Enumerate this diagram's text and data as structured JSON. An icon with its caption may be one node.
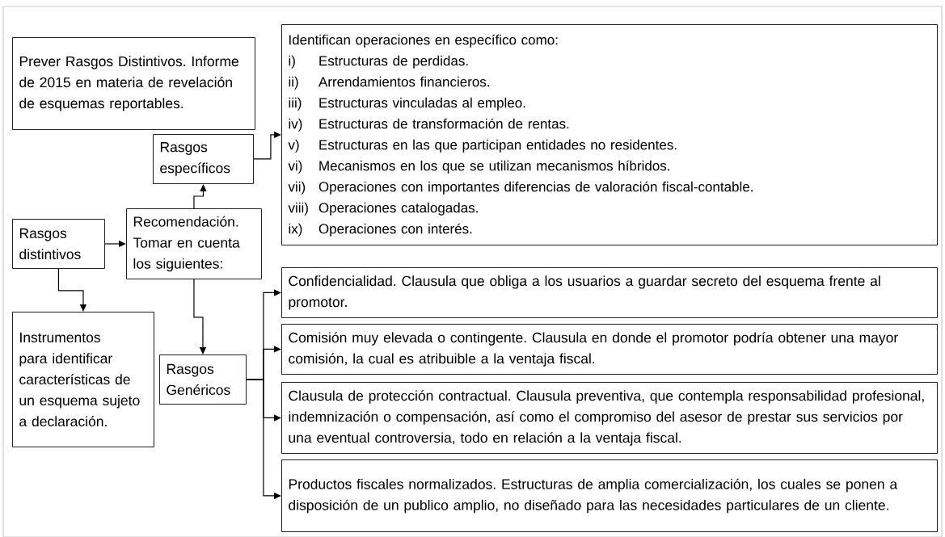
{
  "diagram": {
    "nodes": [
      {
        "text": [
          "Prever Rasgos Distintivos. Informe de 2015 en materia de revelación de esquemas reportables."
        ]
      },
      {
        "text": [
          "Rasgos específicos"
        ]
      },
      {
        "text": [
          "Identifican operaciones en específico como:",
          "i)",
          "Estructuras de perdidas.",
          "ii)",
          "Arrendamientos financieros.",
          "iii)",
          "Estructuras vinculadas al empleo.",
          "iv)",
          "Estructuras de transformación de rentas.",
          "v)",
          "Estructuras en las que participan entidades no residentes.",
          "vi)",
          "Mecanismos en los que se utilizan mecanismos híbridos.",
          "vii)",
          "Operaciones con importantes diferencias de valoración fiscal-contable.",
          "viii)",
          "Operaciones catalogadas.",
          "ix)",
          "Operaciones con interés."
        ]
      },
      {
        "text": [
          "Rasgos distintivos"
        ]
      },
      {
        "text": [
          "Recomendación. Tomar en cuenta los siguientes:"
        ]
      },
      {
        "text": [
          "Instrumentos para identificar características de un esquema sujeto a declaración."
        ]
      },
      {
        "text": [
          "Rasgos Genéricos"
        ]
      },
      {
        "text": [
          "Confidencialidad. Clausula que obliga a los usuarios a guardar secreto del esquema frente al promotor."
        ]
      },
      {
        "text": [
          "Comisión muy elevada o contingente. Clausula en donde el promotor podría obtener una mayor comisión, la cual es atribuible a la ventaja fiscal."
        ]
      },
      {
        "text": [
          "Clausula de protección contractual. Clausula preventiva, que contempla responsabilidad profesional, indemnización o compensación, así como el compromiso del asesor de prestar sus servicios por una eventual controversia, todo en relación a la ventaja fiscal."
        ]
      },
      {
        "text": [
          "Productos fiscales normalizados. Estructuras de amplia comercialización, los cuales se ponen a disposición de un publico amplio, no diseñado para las necesidades particulares de un cliente."
        ]
      }
    ],
    "edges": [
      {
        "from": 3,
        "to": 4,
        "arrow": "to"
      },
      {
        "from": 3,
        "to": 5,
        "arrow": "to"
      },
      {
        "from": 4,
        "to": 1,
        "arrow": "to"
      },
      {
        "from": 1,
        "to": 2,
        "arrow": "to"
      },
      {
        "from": 4,
        "to": 6,
        "arrow": "to"
      },
      {
        "from": 6,
        "to": 7,
        "arrow": "to"
      },
      {
        "from": 6,
        "to": 8,
        "arrow": "to"
      },
      {
        "from": 6,
        "to": 9,
        "arrow": "to"
      },
      {
        "from": 6,
        "to": 10,
        "arrow": "to"
      }
    ]
  }
}
